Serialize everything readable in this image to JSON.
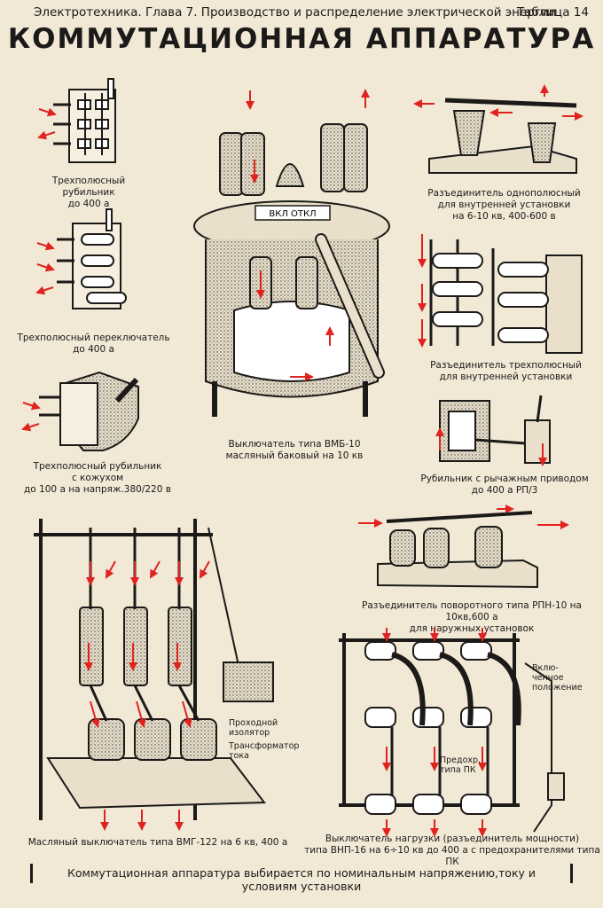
{
  "header": {
    "left": "Электротехника. Глава 7. Производство и распределение электрической энергии",
    "right": "Таблица 14"
  },
  "title": "Коммутационная аппаратура",
  "captions": {
    "switch_400": "Трехполюсный рубильник\nдо 400 а",
    "changeover_400": "Трехполюсный переключатель\nдо 400 а",
    "switch_cover": "Трехполюсный рубильник\nс кожухом\nдо 100 а на напряж.380/220 в",
    "vmb10": "Выключатель типа ВМБ-10\nмасляный баковый на 10 кв",
    "disconnector_single": "Разъединитель однополюсный\nдля внутренней установки\nна 6-10 кв, 400-600 в",
    "disconnector_three": "Разъединитель трехполюсный\nдля внутренней установки",
    "lever_switch": "Рубильник с рычажным приводом\nдо 400 а РП/3",
    "rpn10": "Разъединитель поворотного типа РПН-10 на 10кв,600 а\nдля наружных установок",
    "vmg122": "Масляный выключатель типа ВМГ-122 на 6 кв, 400 а",
    "vnp16": "Выключатель нагрузки (разъединитель мощности)\nтипа ВНП-16 на 6÷10 кв до 400 а с предохранителями типа ПК",
    "bushing": "Проходной\nизолятор",
    "ct": "Трансформатор\nтока",
    "fuse": "Предохр.\nтипа ПК",
    "on_position": "Вклю-\nченное\nположение"
  },
  "labels": {
    "vmb_panel": "ВКЛ ОТКЛ"
  },
  "footer": "Коммутационная аппаратура выбирается по номинальным напряжению,току и условиям установки",
  "colors": {
    "paper": "#f1e8d6",
    "ink": "#1b1a18",
    "arrow": "#e0231f"
  }
}
